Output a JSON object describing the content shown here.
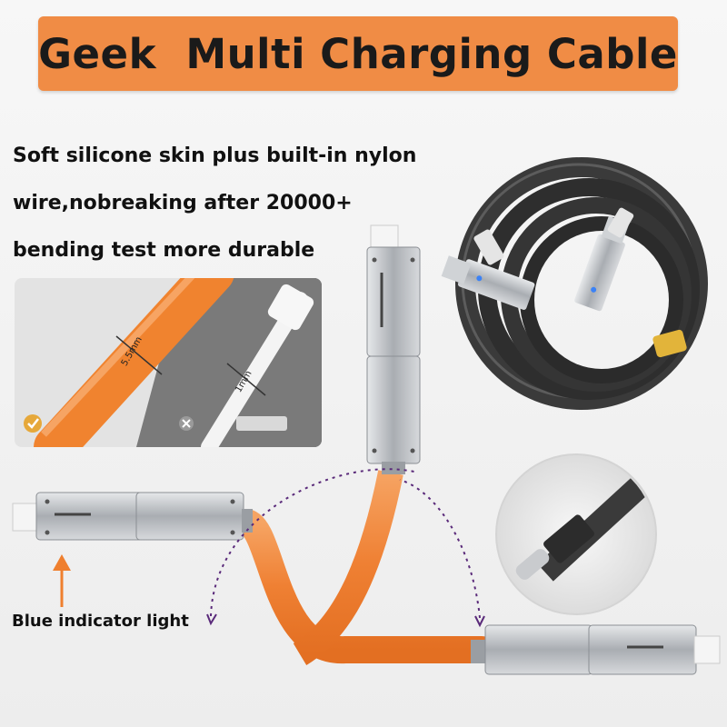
{
  "banner": {
    "title": "Geek  Multi Charging Cable",
    "color": "#f08c45"
  },
  "description": {
    "lines": [
      "Soft silicone skin plus built-in nylon",
      "wire,nobreaking after 20000+",
      "bending test more durable"
    ]
  },
  "comparison": {
    "good_label": "5.5mm",
    "bad_label": "1mm",
    "good_icon": "check-icon",
    "bad_icon": "x-icon"
  },
  "callout": {
    "label": "Blue indicator light"
  },
  "colors": {
    "cable_orange": "#f28a3c",
    "accent_yellow": "#e2b43a",
    "metal": "#b9bcc0"
  }
}
